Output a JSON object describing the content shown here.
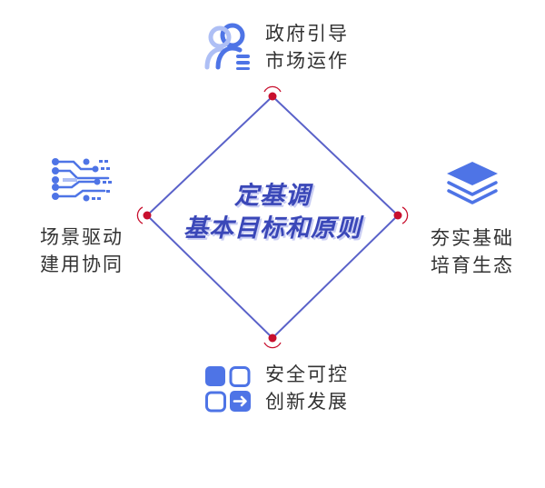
{
  "center": {
    "line1": "定基调",
    "line2": "基本目标和原则"
  },
  "nodes": {
    "top": {
      "line1": "政府引导",
      "line2": "市场运作",
      "icon": "users-list-icon"
    },
    "left": {
      "line1": "场景驱动",
      "line2": "建用协同",
      "icon": "circuit-icon"
    },
    "right": {
      "line1": "夯实基础",
      "line2": "培育生态",
      "icon": "layers-icon"
    },
    "bottom": {
      "line1": "安全可控",
      "line2": "创新发展",
      "icon": "apps-grid-icon"
    }
  },
  "colors": {
    "diamond": "#5a62c9",
    "accent_red": "#c8102e",
    "icon_blue": "#4e74e6",
    "icon_light": "#aebff5",
    "title": "#3a47b8"
  }
}
